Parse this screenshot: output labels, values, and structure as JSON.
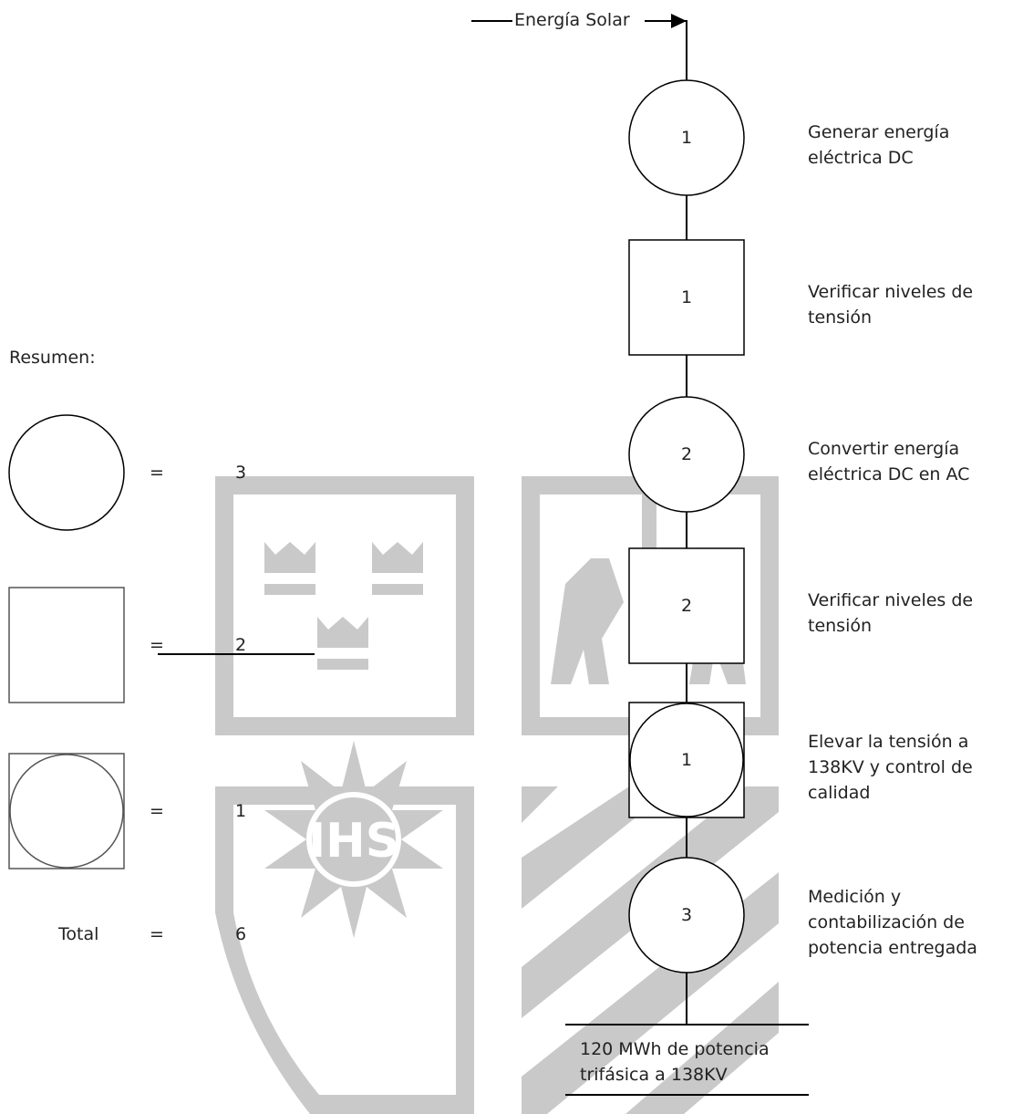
{
  "input": {
    "label": "Energía Solar"
  },
  "steps": [
    {
      "symbol": "operation",
      "number": "1",
      "description": "Generar energía\neléctrica DC"
    },
    {
      "symbol": "inspection",
      "number": "1",
      "description": "Verificar niveles de\ntensión"
    },
    {
      "symbol": "operation",
      "number": "2",
      "description": "Convertir energía\neléctrica DC en AC"
    },
    {
      "symbol": "inspection",
      "number": "2",
      "description": "Verificar niveles de\ntensión"
    },
    {
      "symbol": "combined",
      "number": "1",
      "description": "Elevar la tensión a\n138KV y control de\ncalidad"
    },
    {
      "symbol": "operation",
      "number": "3",
      "description": "Medición y\ncontabilización de\npotencia entregada"
    }
  ],
  "output": {
    "label": "120 MWh de potencia\ntrifásica a 138KV"
  },
  "summary": {
    "title": "Resumen:",
    "equals": "=",
    "rows": [
      {
        "symbol": "operation",
        "count": "3"
      },
      {
        "symbol": "inspection",
        "count": "2"
      },
      {
        "symbol": "combined",
        "count": "1"
      }
    ],
    "total_label": "Total",
    "total_count": "6"
  },
  "watermark": {
    "logo_text": "IHS",
    "color": "#c9c9c9"
  }
}
